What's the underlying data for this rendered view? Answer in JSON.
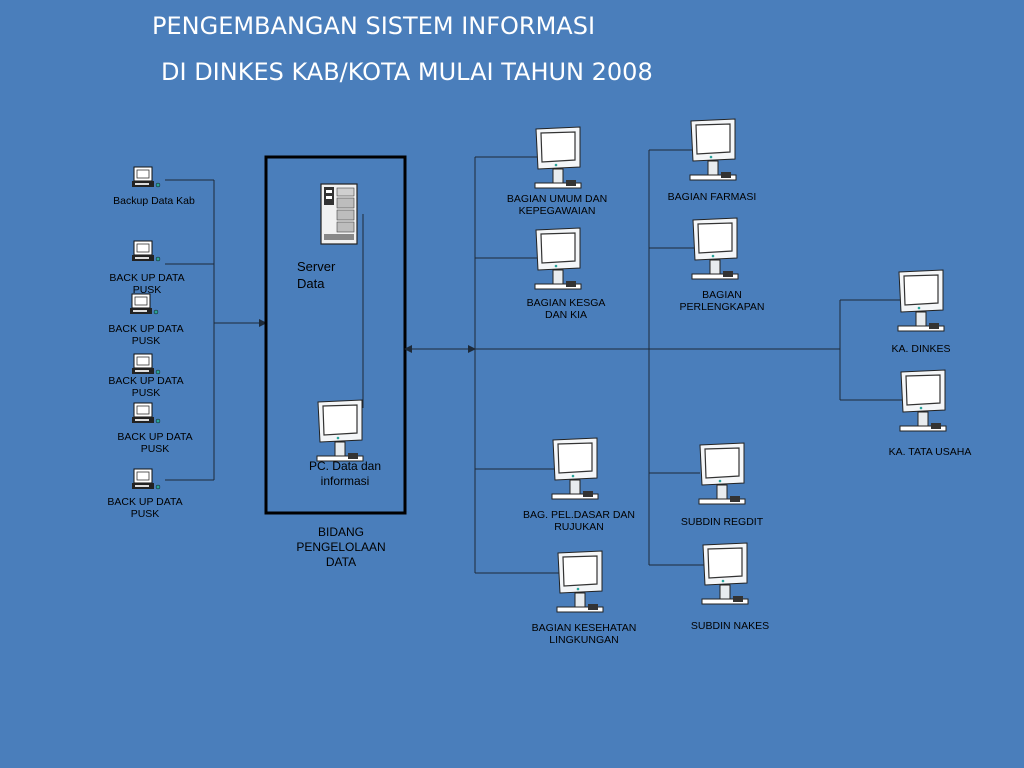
{
  "colors": {
    "background": "#4a7ebb",
    "line": "#1e2a38",
    "box": "#000000",
    "title": "#ffffff",
    "text": "#000000"
  },
  "title": {
    "line1": "PENGEMBANGAN SISTEM INFORMASI",
    "line2": "DI DINKES KAB/KOTA MULAI TAHUN 2008"
  },
  "left_sources": [
    {
      "label": "Backup Data Kab",
      "icon": "desktop-computer-icon"
    },
    {
      "label": "BACK UP DATA\nPUSK",
      "icon": "desktop-computer-icon"
    },
    {
      "label": "BACK UP DATA\nPUSK",
      "icon": "desktop-computer-icon"
    },
    {
      "label": "BACK UP DATA\nPUSK",
      "icon": "desktop-computer-icon"
    },
    {
      "label": "BACK UP DATA\nPUSK",
      "icon": "desktop-computer-icon"
    },
    {
      "label": "BACK UP DATA\nPUSK",
      "icon": "desktop-computer-icon"
    }
  ],
  "central": {
    "server_label": "Server\n Data",
    "pc_label": "PC. Data dan\ninformasi",
    "box_caption": "BIDANG\nPENGELOLAAN\nDATA",
    "server_icon": "server-tower-icon",
    "pc_icon": "monitor-icon"
  },
  "branch_column_1": [
    {
      "label": "BAGIAN UMUM DAN\nKEPEGAWAIAN",
      "icon": "monitor-icon"
    },
    {
      "label": "BAGIAN KESGA\nDAN KIA",
      "icon": "monitor-icon"
    },
    {
      "label": "BAG. PEL.DASAR DAN\nRUJUKAN",
      "icon": "monitor-icon"
    },
    {
      "label": "BAGIAN KESEHATAN\nLINGKUNGAN",
      "icon": "monitor-icon"
    }
  ],
  "branch_column_2": [
    {
      "label": "BAGIAN  FARMASI",
      "icon": "monitor-icon"
    },
    {
      "label": "BAGIAN\nPERLENGKAPAN",
      "icon": "monitor-icon"
    },
    {
      "label": "SUBDIN REGDIT",
      "icon": "monitor-icon"
    },
    {
      "label": "SUBDIN NAKES",
      "icon": "monitor-icon"
    }
  ],
  "leadership": [
    {
      "label": "KA. DINKES",
      "icon": "monitor-icon"
    },
    {
      "label": "KA. TATA USAHA",
      "icon": "monitor-icon"
    }
  ]
}
